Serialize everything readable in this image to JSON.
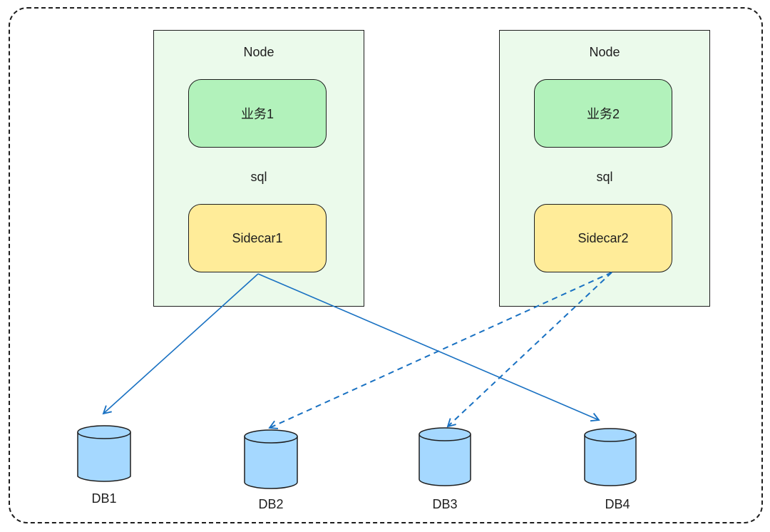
{
  "nodes": [
    {
      "label": "Node",
      "service": "业务1",
      "protocol": "sql",
      "sidecar": "Sidecar1"
    },
    {
      "label": "Node",
      "service": "业务2",
      "protocol": "sql",
      "sidecar": "Sidecar2"
    }
  ],
  "databases": [
    "DB1",
    "DB2",
    "DB3",
    "DB4"
  ],
  "connections": [
    {
      "from": "Sidecar1",
      "to": "DB1",
      "style": "solid"
    },
    {
      "from": "Sidecar1",
      "to": "DB4",
      "style": "solid"
    },
    {
      "from": "Sidecar2",
      "to": "DB2",
      "style": "dashed"
    },
    {
      "from": "Sidecar2",
      "to": "DB3",
      "style": "dashed"
    }
  ],
  "colors": {
    "node_fill": "#ebfaeb",
    "service_fill": "#b2f2bb",
    "sidecar_fill": "#ffec99",
    "db_fill": "#a5d8ff",
    "arrow": "#1971c2"
  }
}
